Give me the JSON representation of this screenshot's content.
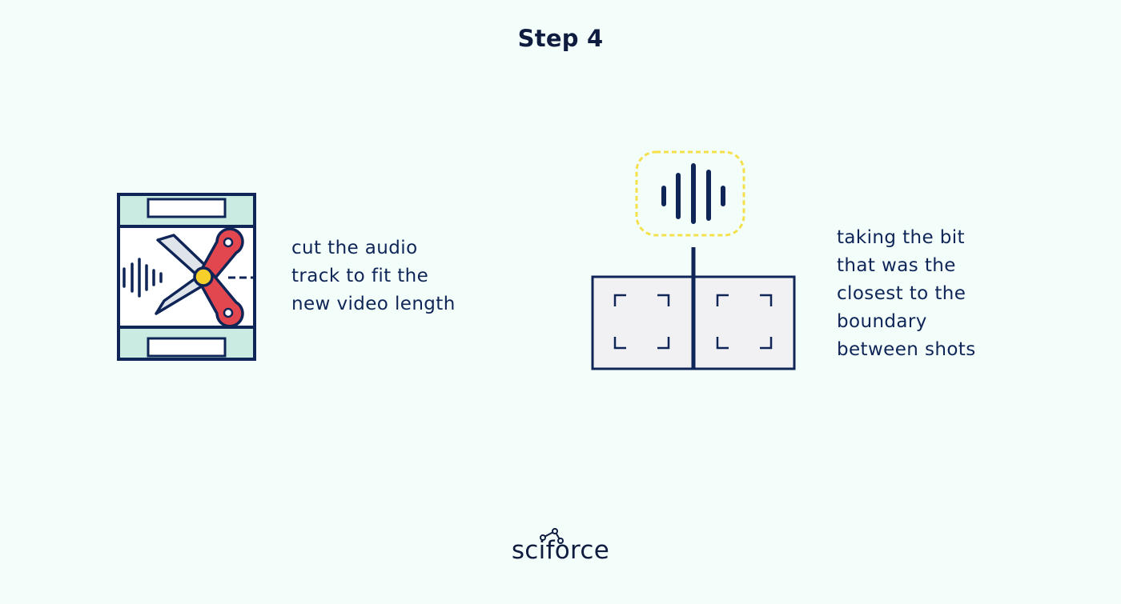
{
  "title": "Step 4",
  "left_panel": {
    "icon": "video-cut-scissors-icon",
    "caption_lines": [
      "cut the audio",
      "track to fit the",
      "new video length"
    ]
  },
  "right_panel": {
    "icon": "audio-wave-on-shot-boundary-icon",
    "caption_lines": [
      "taking the bit",
      "that was the",
      "closest to the",
      "boundary",
      "between shots"
    ]
  },
  "footer": {
    "logo_text": "sciforce"
  },
  "colors": {
    "background": "#f3fefb",
    "navy": "#0f2557",
    "mint": "#c9ebe1",
    "scissors_red": "#e2474f",
    "accent_yellow": "#f6cf2a",
    "dashed_yellow": "#f4e04a",
    "frame_fill": "#f1f1f3"
  }
}
